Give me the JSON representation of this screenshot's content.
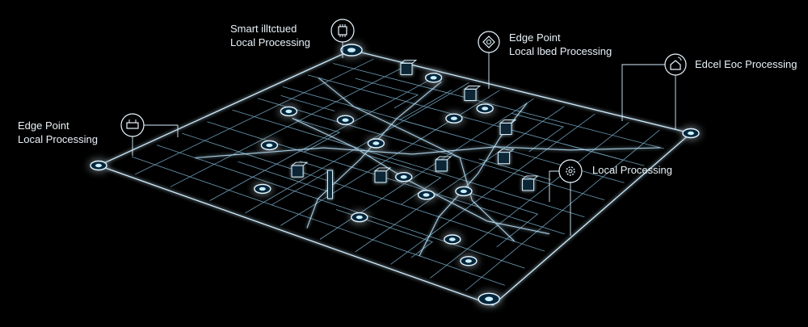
{
  "theme": {
    "background": "#000000",
    "line": "#b9e4ff",
    "glow": "#3fb8ff",
    "text": "#e8f2f8"
  },
  "labels": {
    "top_left": {
      "line1": "Smart illtctued",
      "line2": "Local Processing",
      "icon": "chip-icon"
    },
    "top_center": {
      "line1": "Edge Point",
      "line2": "Local lbed Processing",
      "icon": "diamond-gear-icon"
    },
    "top_right": {
      "line1": "Edcel Eoc Processing",
      "icon": "house-signal-icon"
    },
    "left": {
      "line1": "Edge Point",
      "line2": "Local Processing",
      "icon": "router-icon"
    },
    "right": {
      "line1": "Local Processing",
      "icon": "gear-icon"
    }
  }
}
